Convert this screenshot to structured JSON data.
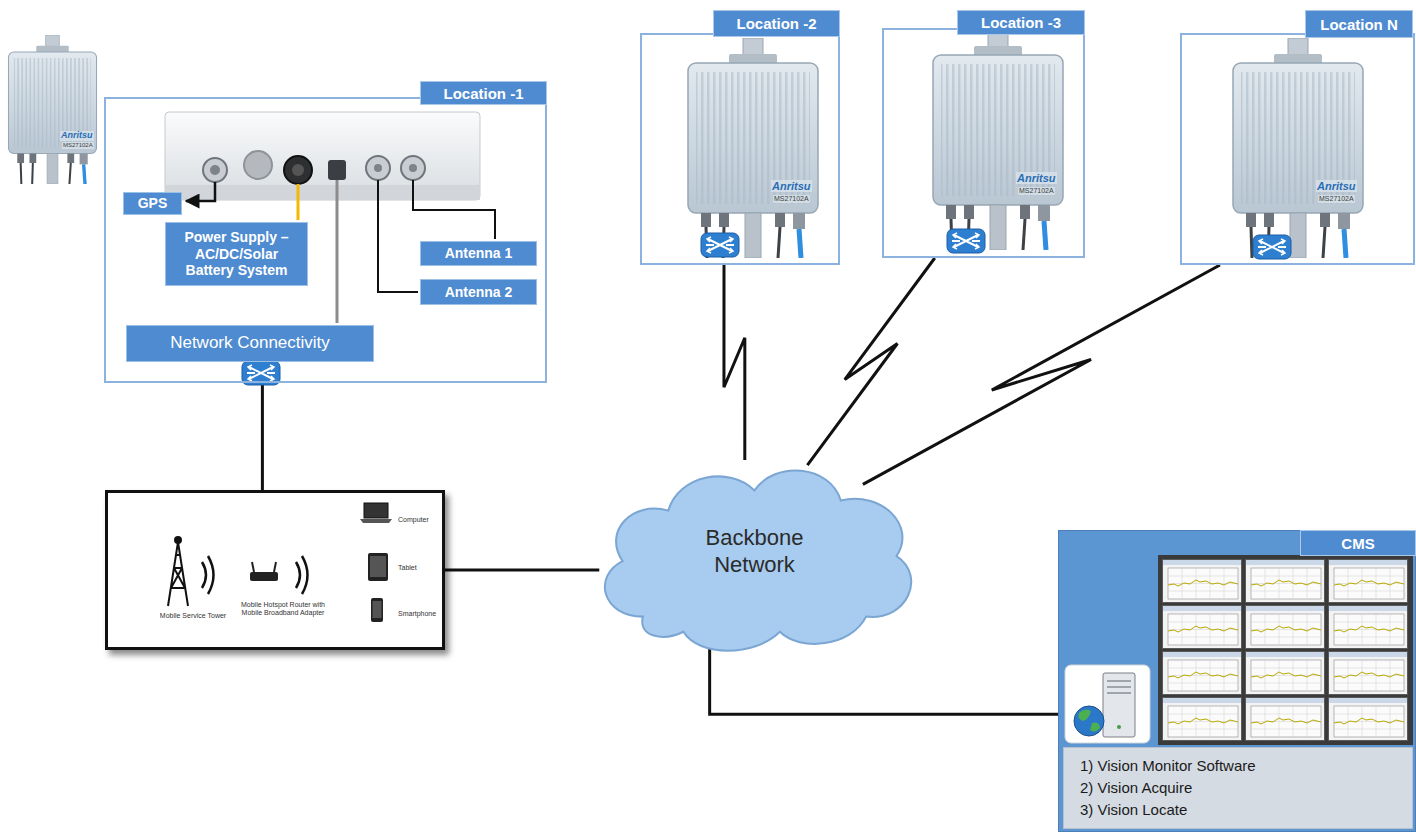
{
  "diagram": {
    "nodes": [
      {
        "text": [
          "Location -1"
        ]
      },
      {
        "text": [
          "GPS"
        ],
        "in": 0
      },
      {
        "text": [
          "Power Supply – AC/DC/Solar Battery System"
        ],
        "in": 0
      },
      {
        "text": [
          "Antenna 1"
        ],
        "in": 0
      },
      {
        "text": [
          "Antenna 2"
        ],
        "in": 0
      },
      {
        "text": [
          "Network Connectivity"
        ],
        "in": 0
      },
      {
        "text": [
          "Location -2"
        ]
      },
      {
        "text": [
          "Location -3"
        ]
      },
      {
        "text": [
          "Location N"
        ]
      },
      {
        "text": [
          "Mobile Service Tower",
          "Mobile Hotspot Router with Mobile Broadband Adapter",
          "Computer",
          "Tablet",
          "Smartphone"
        ]
      },
      {
        "text": [
          "Backbone Network"
        ]
      },
      {
        "text": [
          "CMS"
        ]
      },
      {
        "text": [
          "1) Vision Monitor Software",
          "2) Vision Acquire",
          "3) Vision Locate"
        ],
        "in": 11
      }
    ],
    "edges": [
      {
        "from": 5,
        "to": 9,
        "arrow": "none"
      },
      {
        "from": 9,
        "to": 10,
        "arrow": "none"
      },
      {
        "from": 6,
        "to": 10,
        "arrow": "none"
      },
      {
        "from": 7,
        "to": 10,
        "arrow": "none"
      },
      {
        "from": 8,
        "to": 10,
        "arrow": "none"
      },
      {
        "from": 10,
        "to": 11,
        "arrow": "none"
      }
    ],
    "labels": [
      "Anritsu",
      "MS27102A",
      "Anritsu",
      "MS27102A",
      "Anritsu",
      "MS27102A",
      "Anritsu",
      "MS27102A"
    ]
  }
}
